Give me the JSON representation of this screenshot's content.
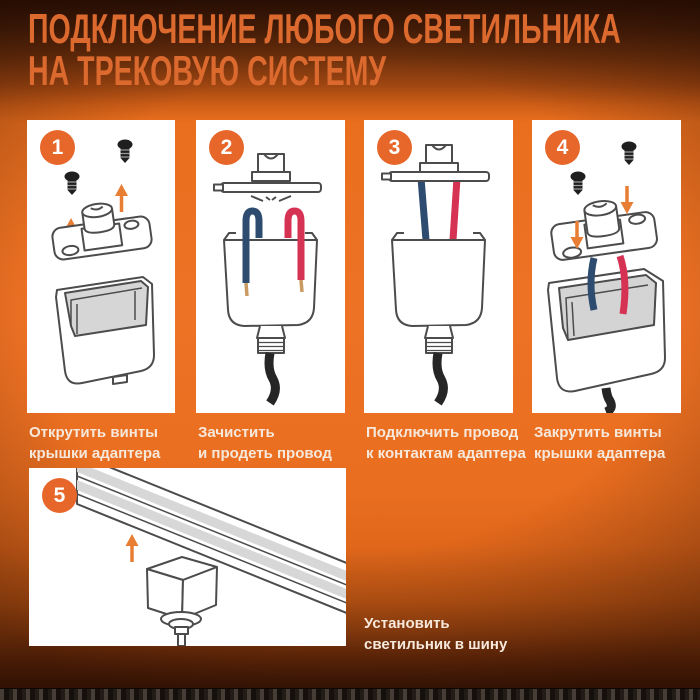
{
  "title": {
    "line1": "ПОДКЛЮЧЕНИЕ ЛЮБОГО СВЕТИЛЬНИКА",
    "line2": "НА ТРЕКОВУЮ СИСТЕМУ"
  },
  "steps": [
    {
      "number": "1",
      "caption": [
        "Открутить винты",
        "крышки адаптера"
      ],
      "illustration": "unscrew-adapter-cover"
    },
    {
      "number": "2",
      "caption": [
        "Зачистить",
        "и продеть провод"
      ],
      "illustration": "strip-and-thread-wire"
    },
    {
      "number": "3",
      "caption": [
        "Подключить провод",
        "к контактам адаптера"
      ],
      "illustration": "connect-wire-to-contacts"
    },
    {
      "number": "4",
      "caption": [
        "Закрутить винты",
        "крышки адаптера"
      ],
      "illustration": "screw-adapter-cover"
    },
    {
      "number": "5",
      "caption": [
        "Установить",
        "светильник в шину"
      ],
      "illustration": "mount-luminaire-to-track"
    }
  ],
  "colors": {
    "background_orange": "#ED7123",
    "background_dark_edge": "#2A1004",
    "title_text": "#DC6A2F",
    "caption_text": "#F6E9DC",
    "step_badge": "#E7672B",
    "panel_background": "#FFFFFF",
    "wire_blue": "#2E4B70",
    "wire_red": "#D63253",
    "wire_copper_tip": "#C99B62",
    "arrow_orange": "#E87E33",
    "line_art": "#4C4C4C",
    "cable_black": "#262626"
  }
}
